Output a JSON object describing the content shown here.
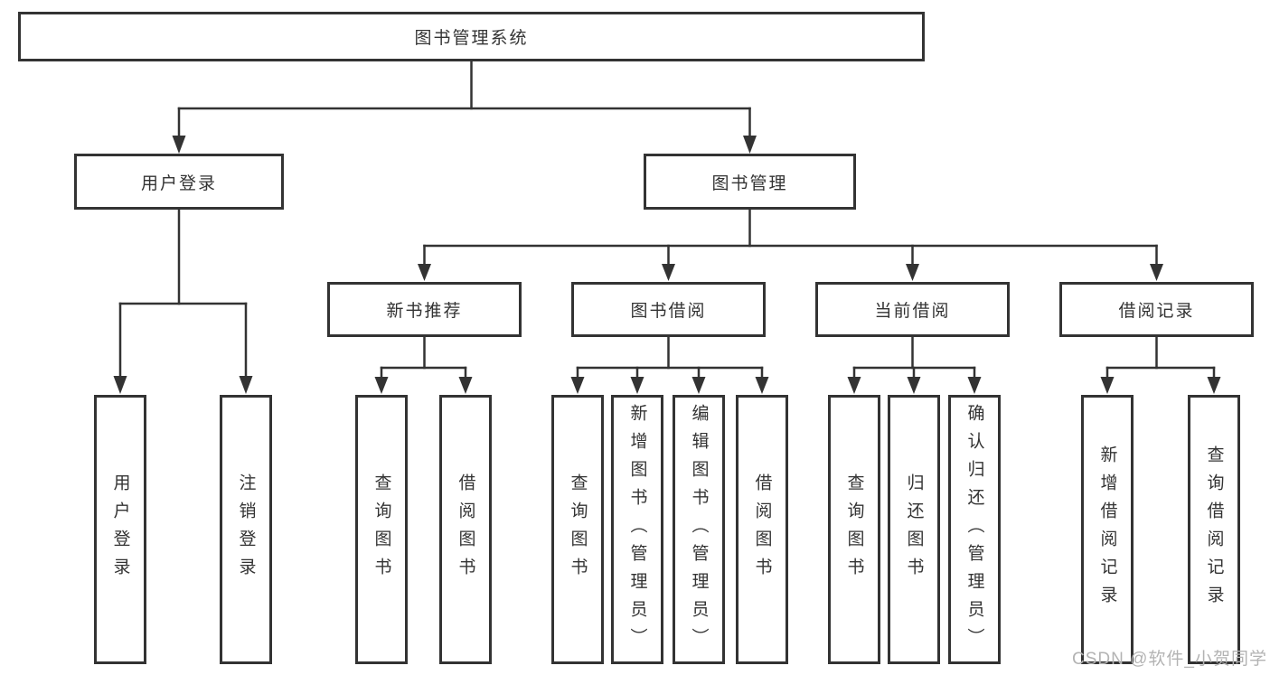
{
  "watermark": "CSDN @软件_小贺同学",
  "colors": {
    "line": "#333333",
    "box_border": "#333333",
    "text": "#333333",
    "background": "#ffffff",
    "watermark": "#b3b3b3"
  },
  "tree": {
    "root": "图书管理系统",
    "branches": [
      {
        "label": "用户登录",
        "children": [
          {
            "label": "用户登录"
          },
          {
            "label": "注销登录"
          }
        ]
      },
      {
        "label": "图书管理",
        "children": [
          {
            "label": "新书推荐",
            "children": [
              {
                "label": "查询图书"
              },
              {
                "label": "借阅图书"
              }
            ]
          },
          {
            "label": "图书借阅",
            "children": [
              {
                "label": "查询图书"
              },
              {
                "label": "新增图书（管理员）"
              },
              {
                "label": "编辑图书（管理员）"
              },
              {
                "label": "借阅图书"
              }
            ]
          },
          {
            "label": "当前借阅",
            "children": [
              {
                "label": "查询图书"
              },
              {
                "label": "归还图书"
              },
              {
                "label": "确认归还（管理员）"
              }
            ]
          },
          {
            "label": "借阅记录",
            "children": [
              {
                "label": "新增借阅记录"
              },
              {
                "label": "查询借阅记录"
              }
            ]
          }
        ]
      }
    ]
  }
}
